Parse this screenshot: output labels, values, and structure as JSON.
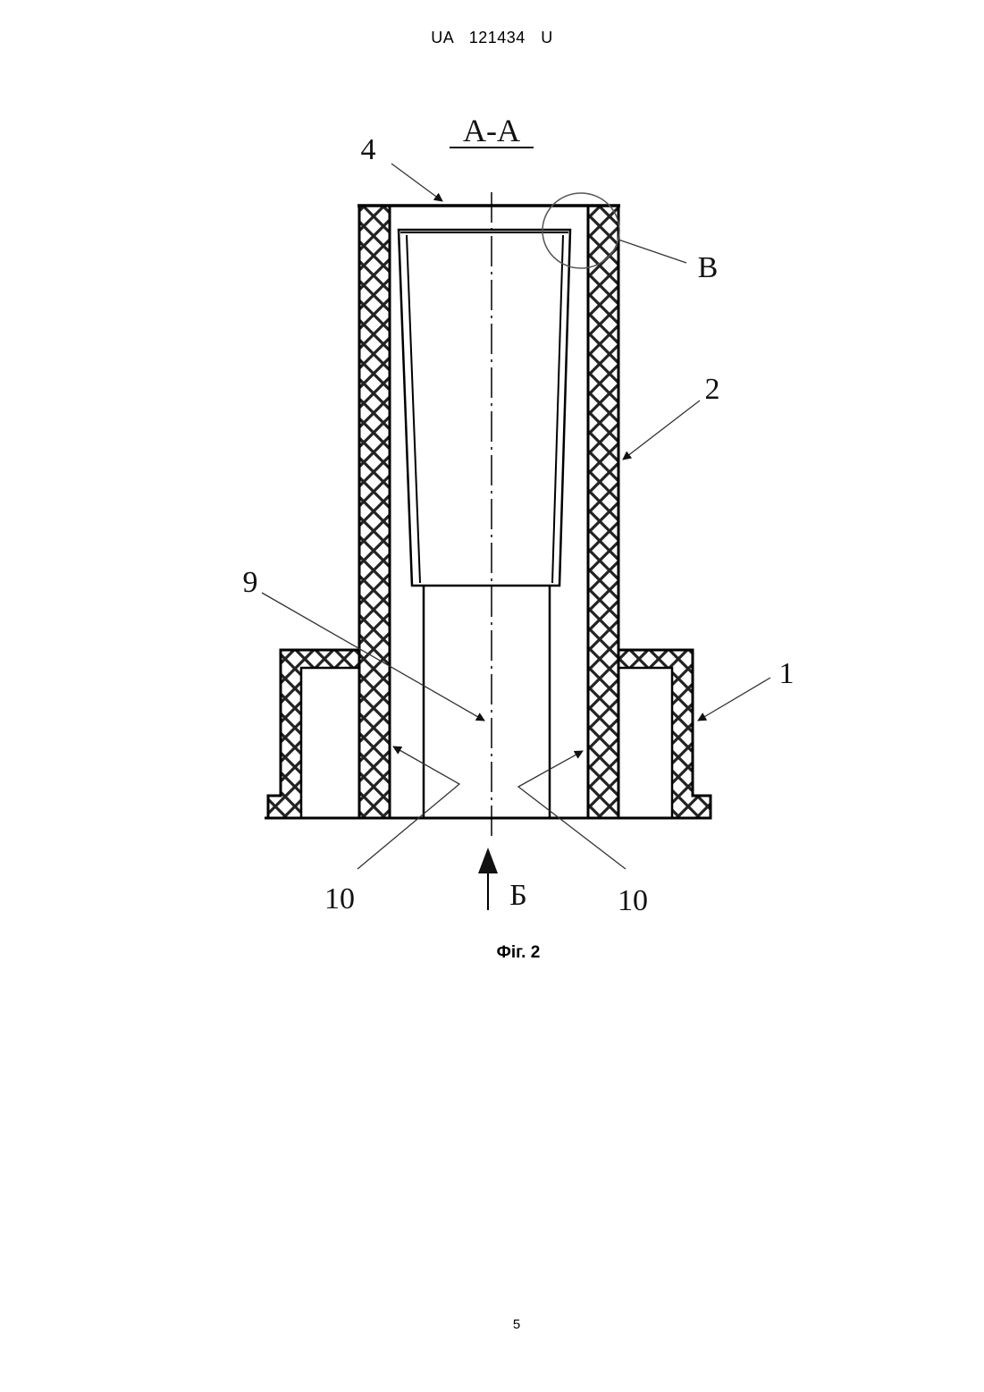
{
  "document": {
    "header": "UA 121434 U",
    "caption": "Фіг. 2",
    "page_number": "5"
  },
  "drawing": {
    "section_label": "А-А",
    "callouts": {
      "c4": "4",
      "cB": "B",
      "c2": "2",
      "c9": "9",
      "c1": "1",
      "c10_left": "10",
      "c10_right": "10",
      "view_arrow": "Б"
    },
    "colors": {
      "line": "#000000",
      "hatch": "#222222",
      "paper": "#ffffff"
    }
  }
}
